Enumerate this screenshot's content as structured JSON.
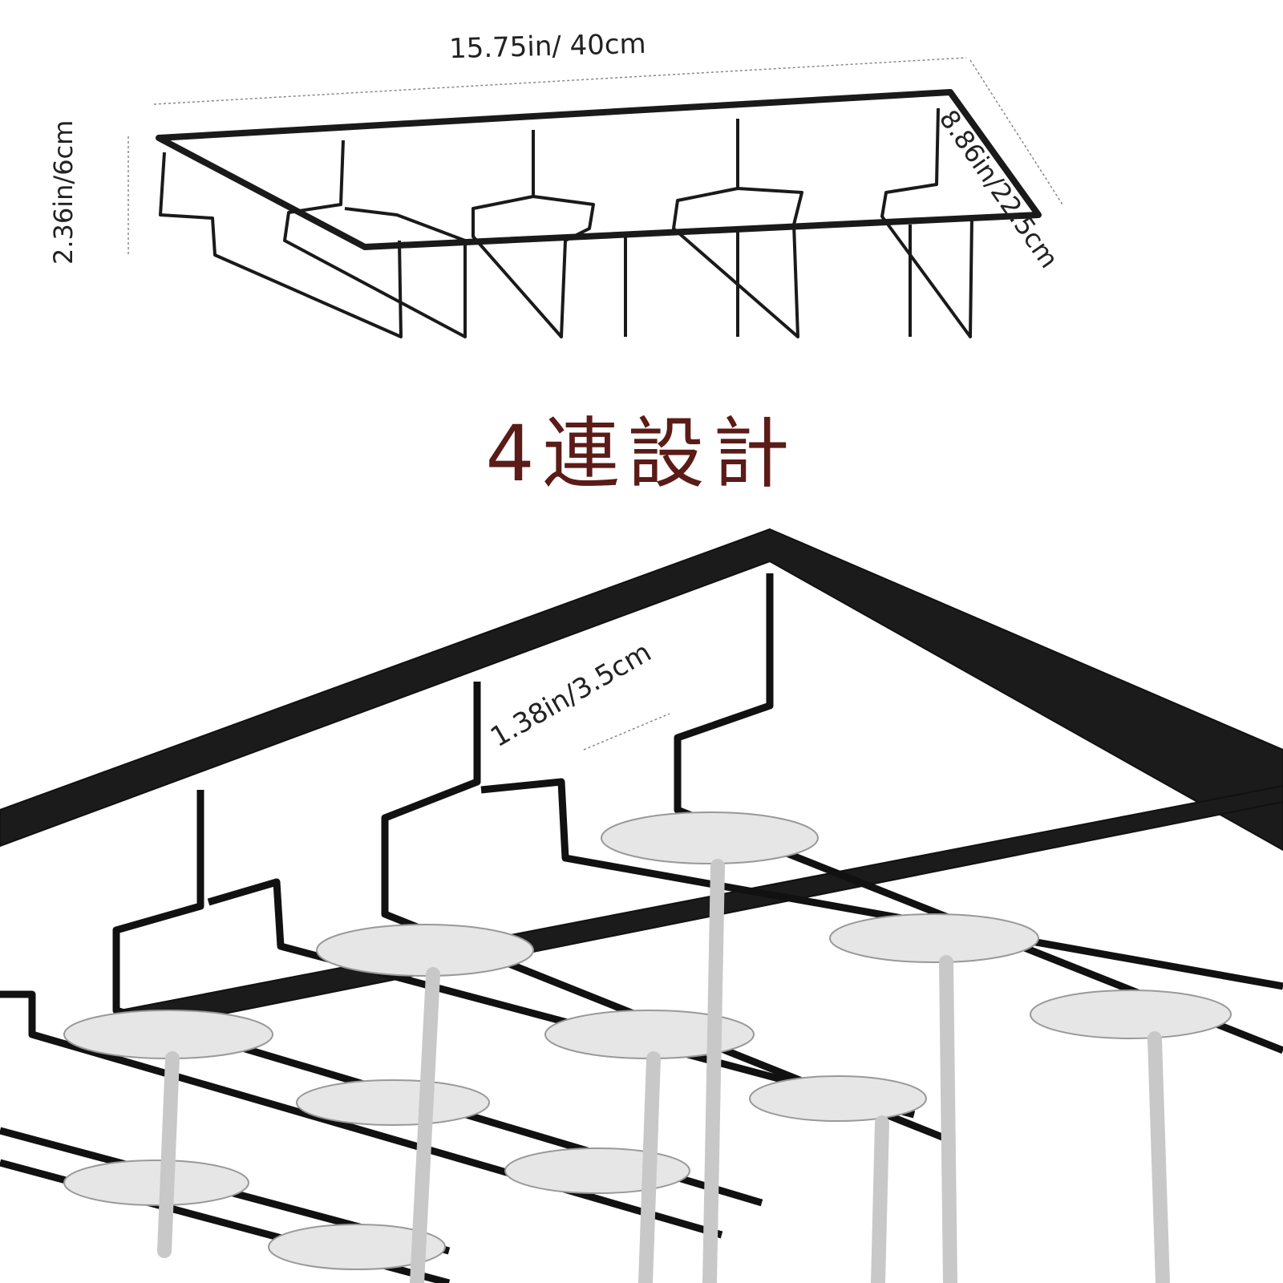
{
  "dimensions": {
    "width": "15.75in/ 40cm",
    "depth": "8.86in/22.5cm",
    "height": "2.36in/6cm",
    "slot_spacing": "1.38in/3.5cm"
  },
  "title": "4連設計",
  "colors": {
    "title": "#5b1b17",
    "rack": "#1a1a1a"
  }
}
